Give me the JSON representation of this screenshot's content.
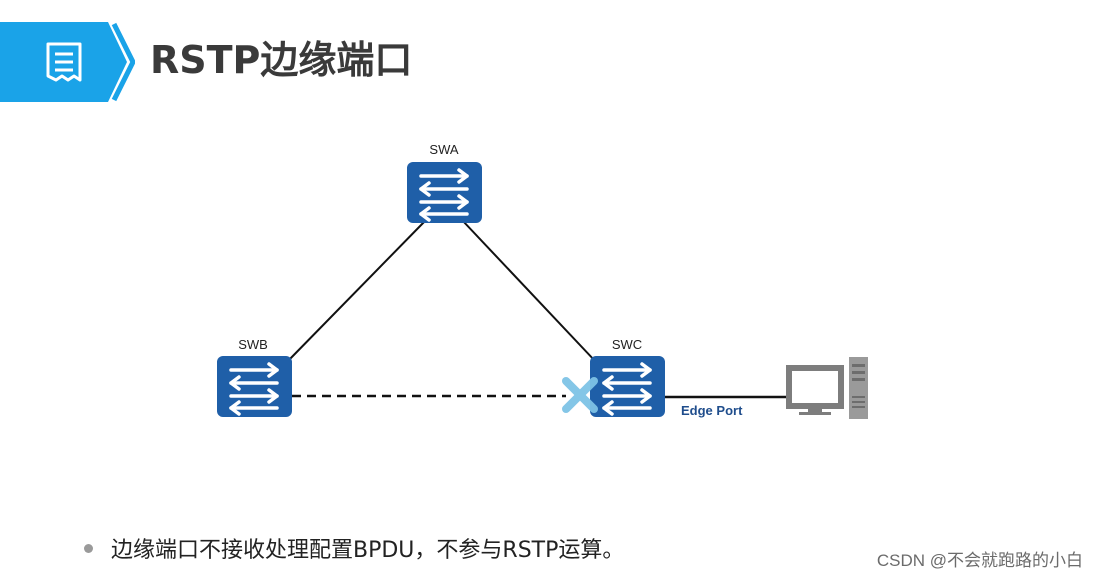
{
  "header": {
    "title": "RSTP边缘端口",
    "icon": "document-list-icon",
    "accent_color": "#1aa3e8"
  },
  "diagram": {
    "nodes": {
      "swa": "SWA",
      "swb": "SWB",
      "swc": "SWC"
    },
    "edge_port_label": "Edge Port",
    "switch_color": "#1f5fa8",
    "blocked_marker_color": "#7ec3e6"
  },
  "bullets": [
    "边缘端口不接收处理配置BPDU，不参与RSTP运算。"
  ],
  "watermark": "CSDN @不会就跑路的小白"
}
